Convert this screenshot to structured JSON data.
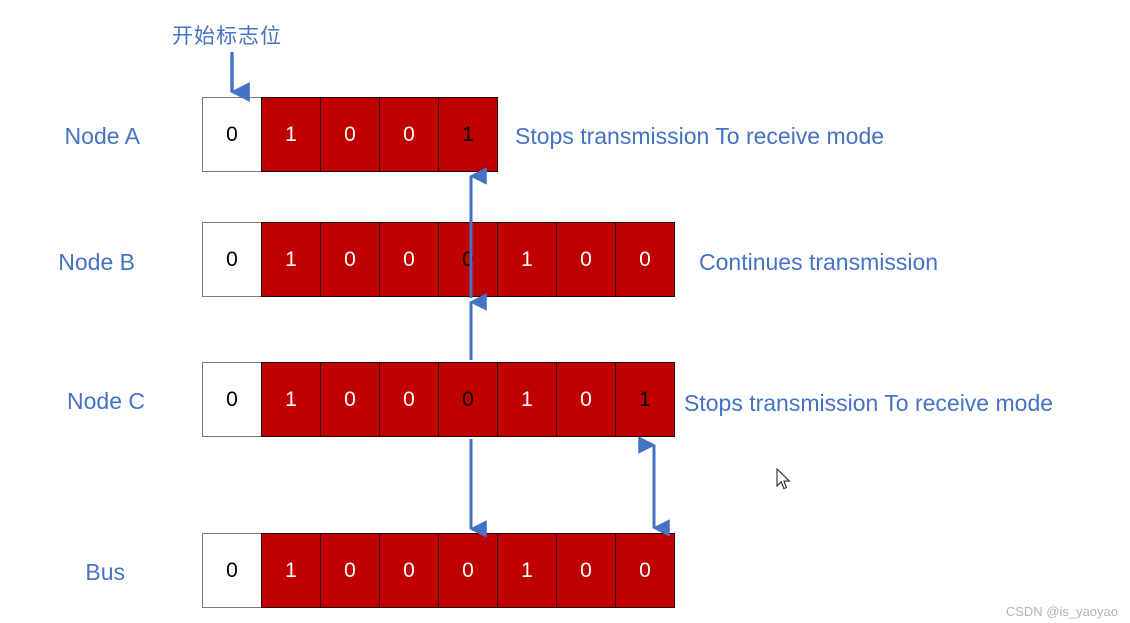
{
  "diagram": {
    "title_annotation": "开始标志位",
    "colors": {
      "accent_blue": "#4472C4",
      "bit_red": "#C00000",
      "bit_white": "#FFFFFF",
      "text_dark": "#000000",
      "watermark": "#B4B4B4"
    },
    "rows": [
      {
        "label": "Node A",
        "caption": "Stops transmission   To   receive mode",
        "bits": [
          {
            "value": "0",
            "style": "white"
          },
          {
            "value": "1",
            "style": "red"
          },
          {
            "value": "0",
            "style": "red"
          },
          {
            "value": "0",
            "style": "red"
          },
          {
            "value": "1",
            "style": "red-dark"
          }
        ]
      },
      {
        "label": "Node B",
        "caption": "Continues transmission",
        "bits": [
          {
            "value": "0",
            "style": "white"
          },
          {
            "value": "1",
            "style": "red"
          },
          {
            "value": "0",
            "style": "red"
          },
          {
            "value": "0",
            "style": "red"
          },
          {
            "value": "0",
            "style": "red-dark"
          },
          {
            "value": "1",
            "style": "red"
          },
          {
            "value": "0",
            "style": "red"
          },
          {
            "value": "0",
            "style": "red"
          }
        ]
      },
      {
        "label": "Node C",
        "caption": "Stops transmission   To   receive mode",
        "bits": [
          {
            "value": "0",
            "style": "white"
          },
          {
            "value": "1",
            "style": "red"
          },
          {
            "value": "0",
            "style": "red"
          },
          {
            "value": "0",
            "style": "red"
          },
          {
            "value": "0",
            "style": "red-dark"
          },
          {
            "value": "1",
            "style": "red"
          },
          {
            "value": "0",
            "style": "red"
          },
          {
            "value": "1",
            "style": "red-dark"
          }
        ]
      },
      {
        "label": "Bus",
        "caption": "",
        "bits": [
          {
            "value": "0",
            "style": "white"
          },
          {
            "value": "1",
            "style": "red"
          },
          {
            "value": "0",
            "style": "red"
          },
          {
            "value": "0",
            "style": "red"
          },
          {
            "value": "0",
            "style": "red"
          },
          {
            "value": "1",
            "style": "red"
          },
          {
            "value": "0",
            "style": "red"
          },
          {
            "value": "0",
            "style": "red"
          }
        ]
      }
    ],
    "watermark": "CSDN @is_yaoyao"
  }
}
